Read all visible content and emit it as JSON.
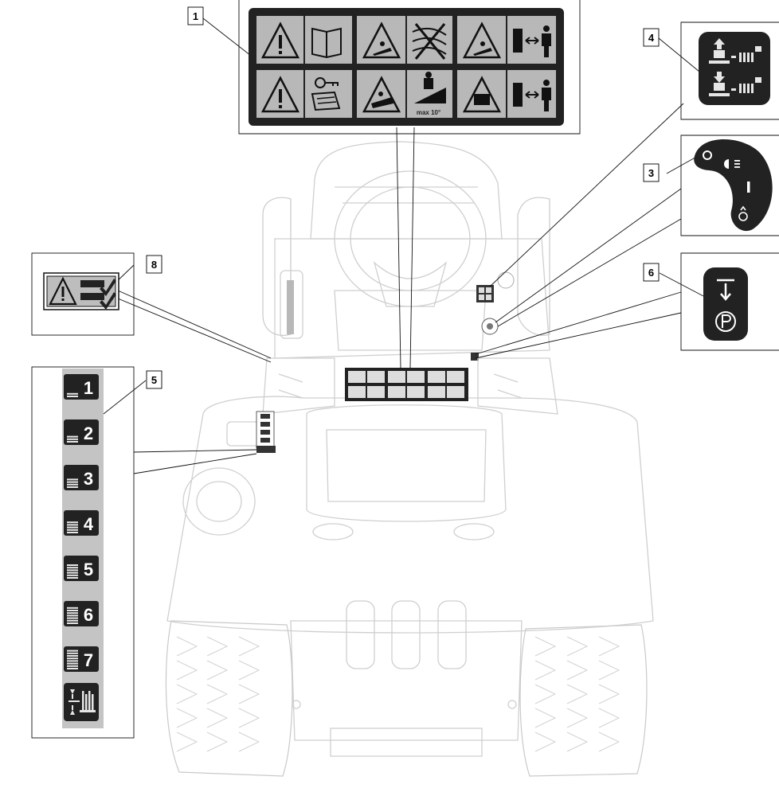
{
  "callouts": {
    "c1": "1",
    "c3": "3",
    "c4": "4",
    "c5": "5",
    "c6": "6",
    "c8": "8"
  },
  "decal_1": {
    "slope_label": "max 10°"
  },
  "decal_5": {
    "height_positions": [
      "1",
      "2",
      "3",
      "4",
      "5",
      "6",
      "7"
    ]
  },
  "colors": {
    "decal_dark": "#222222",
    "decal_gray": "#b8b8b8",
    "panel_gray": "#c4c4c4",
    "mower_outline": "#cfcfcf"
  }
}
